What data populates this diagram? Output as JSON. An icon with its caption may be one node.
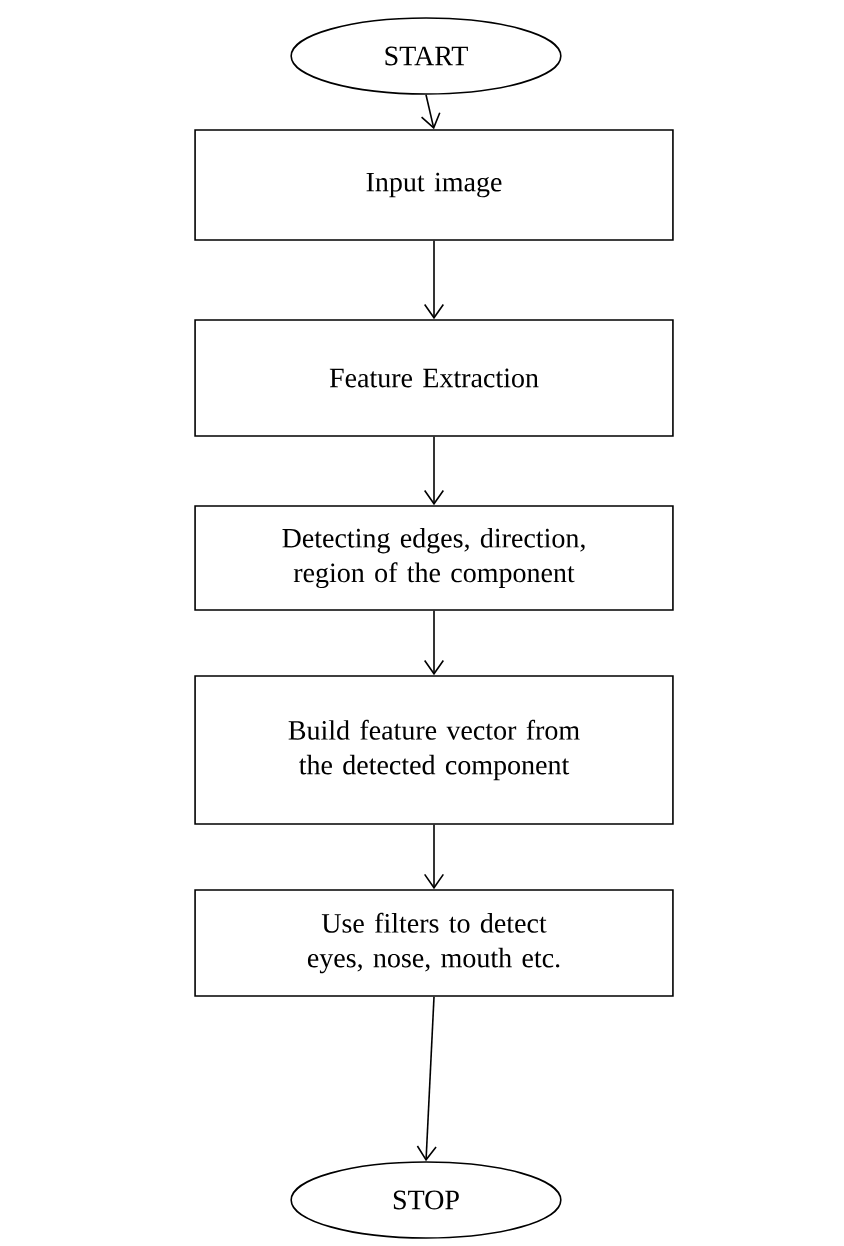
{
  "diagram": {
    "nodes": [
      {
        "text": [
          "START"
        ]
      },
      {
        "text": [
          "Input image"
        ]
      },
      {
        "text": [
          "Feature Extraction"
        ]
      },
      {
        "text": [
          "Detecting edges, direction, region of the component"
        ]
      },
      {
        "text": [
          "Build feature vector from the detected component"
        ]
      },
      {
        "text": [
          "Use filters to detect eyes, nose, mouth etc."
        ]
      },
      {
        "text": [
          "STOP"
        ]
      }
    ],
    "edges": [
      {
        "from": 0,
        "to": 1,
        "arrow": "to"
      },
      {
        "from": 1,
        "to": 2,
        "arrow": "to"
      },
      {
        "from": 2,
        "to": 3,
        "arrow": "to"
      },
      {
        "from": 3,
        "to": 4,
        "arrow": "to"
      },
      {
        "from": 4,
        "to": 5,
        "arrow": "to"
      },
      {
        "from": 5,
        "to": 6,
        "arrow": "to"
      }
    ]
  }
}
